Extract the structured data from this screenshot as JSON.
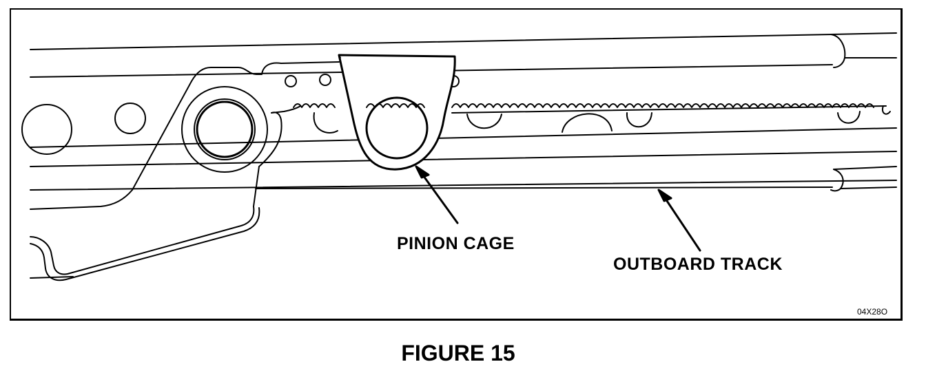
{
  "diagram": {
    "labels": {
      "pinion_cage": "PINION  CAGE",
      "outboard_track": "OUTBOARD TRACK"
    },
    "image_code": "04X28O"
  },
  "caption": "FIGURE 15",
  "colors": {
    "line": "#000000",
    "background": "#ffffff"
  }
}
